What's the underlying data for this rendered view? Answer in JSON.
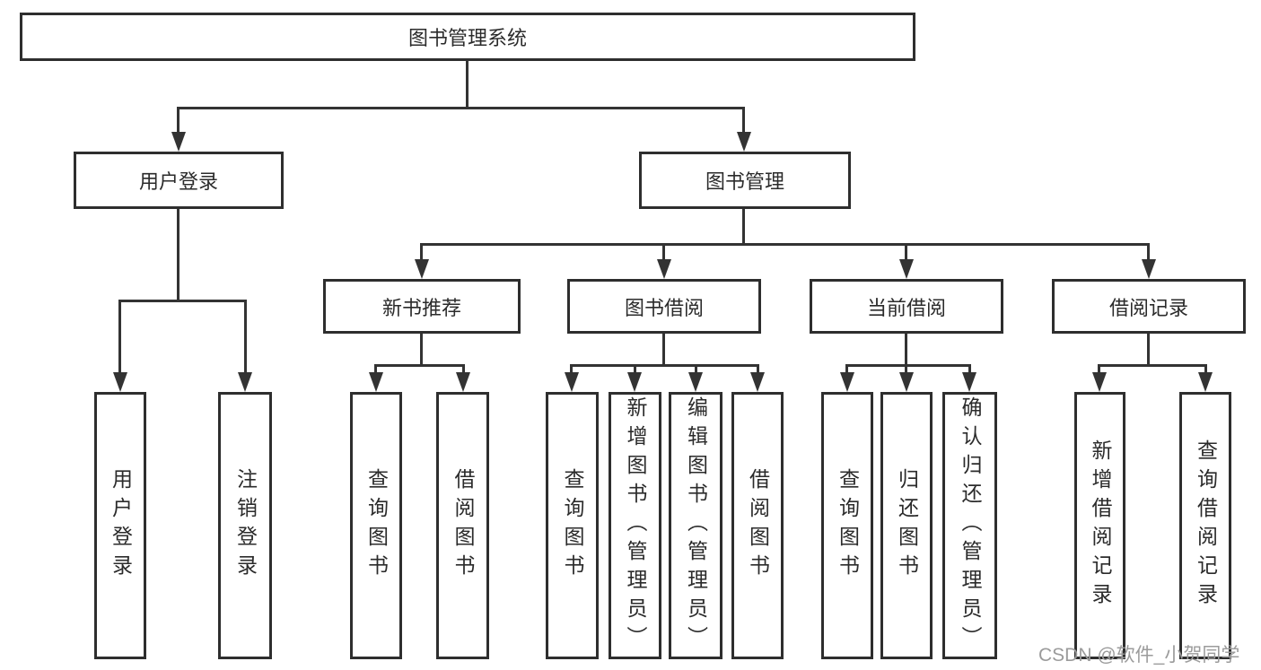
{
  "colors": {
    "line": "#333333",
    "border": "#2e2e2e",
    "text": "#2b2b2b",
    "background": "#ffffff",
    "watermark_text": "#9b9b9b"
  },
  "tree": {
    "root": {
      "label": "图书管理系统"
    },
    "level2": [
      {
        "label": "用户登录",
        "children": [
          {
            "label": "用户登录"
          },
          {
            "label": "注销登录"
          }
        ]
      },
      {
        "label": "图书管理",
        "groups": [
          {
            "label": "新书推荐",
            "children": [
              {
                "label": "查询图书"
              },
              {
                "label": "借阅图书"
              }
            ]
          },
          {
            "label": "图书借阅",
            "children": [
              {
                "label": "查询图书"
              },
              {
                "label": "新增图书（管理员）"
              },
              {
                "label": "编辑图书（管理员）"
              },
              {
                "label": "借阅图书"
              }
            ]
          },
          {
            "label": "当前借阅",
            "children": [
              {
                "label": "查询图书"
              },
              {
                "label": "归还图书"
              },
              {
                "label": "确认归还（管理员）"
              }
            ]
          },
          {
            "label": "借阅记录",
            "children": [
              {
                "label": "新增借阅记录"
              },
              {
                "label": "查询借阅记录"
              }
            ]
          }
        ]
      }
    ]
  },
  "watermark": {
    "text": "CSDN @软件_小贺同学"
  }
}
